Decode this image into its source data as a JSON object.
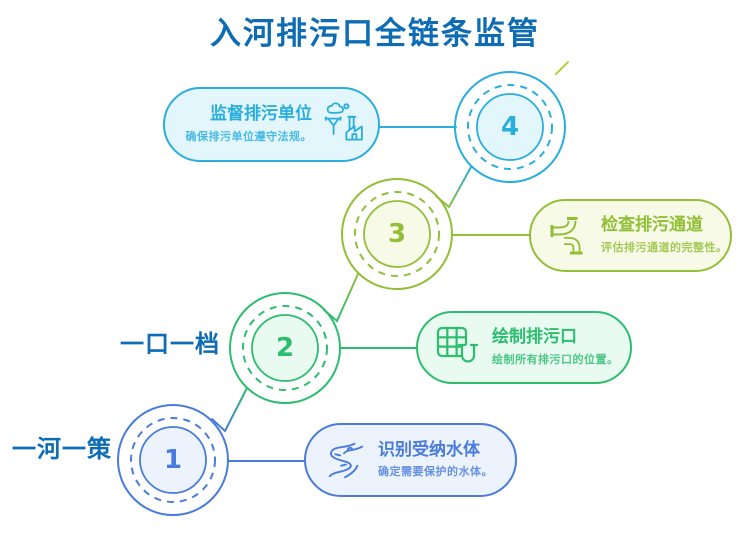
{
  "page": {
    "title": "入河排污口全链条监管",
    "title_color": "#0e6cb5",
    "background": "#ffffff"
  },
  "side_labels": [
    {
      "text": "一口一档"
    },
    {
      "text": "一河一策"
    }
  ],
  "steps": [
    {
      "number": "1",
      "title": "识别受纳水体",
      "desc": "确定需要保护的水体。",
      "icon": "river-icon",
      "color": "#4a7cdd",
      "bg": "#edf3fd"
    },
    {
      "number": "2",
      "title": "绘制排污口",
      "desc": "绘制所有排污口的位置。",
      "icon": "map-grid-icon",
      "color": "#2cbd6f",
      "bg": "#e9faf1"
    },
    {
      "number": "3",
      "title": "检查排污通道",
      "desc": "评估排污通道的完整性。",
      "icon": "pipe-icon",
      "color": "#93bf37",
      "bg": "#f6fae7"
    },
    {
      "number": "4",
      "title": "监督排污单位",
      "desc": "确保排污单位遵守法规。",
      "icon": "factory-icon",
      "color": "#29aedd",
      "bg": "#e3f6fc"
    }
  ],
  "decor": {
    "tick_color": "#b7cd3f"
  }
}
